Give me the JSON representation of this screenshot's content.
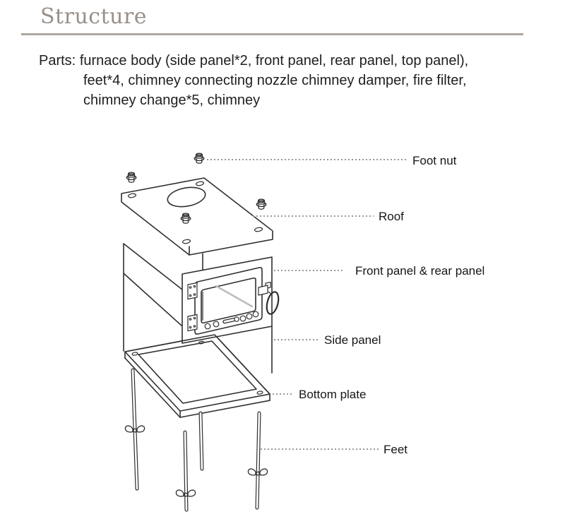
{
  "page": {
    "title": "Structure"
  },
  "parts": {
    "label": "Parts:",
    "line1": "furnace body (side panel*2, front panel, rear panel, top panel),",
    "line2": "feet*4, chimney connecting nozzle chimney damper, fire filter,",
    "line3": "chimney change*5, chimney"
  },
  "diagram": {
    "labels": {
      "foot_nut": "Foot nut",
      "roof": "Roof",
      "front_rear_panel": "Front panel & rear panel",
      "side_panel": "Side panel",
      "bottom_plate": "Bottom plate",
      "feet": "Feet"
    }
  },
  "colors": {
    "heading": "#98908a",
    "title_underline": "#ada69d",
    "body_text": "#202020",
    "line_art": "#2f2f2f",
    "leader_dots": "#9a9a9a",
    "glass_reflection": "#bdbdbd",
    "background": "#ffffff"
  }
}
